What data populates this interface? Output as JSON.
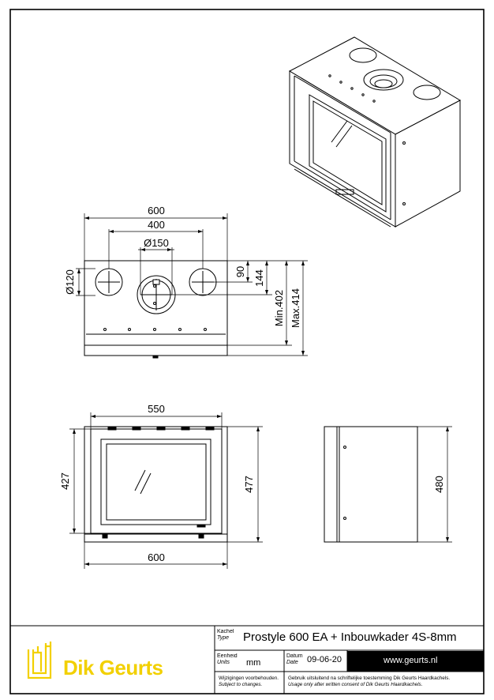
{
  "drawing": {
    "front_view": {
      "width_total": "600",
      "hole_spacing": "400",
      "flue_diameter": "Ø150",
      "side_hole_diameter": "Ø120",
      "dim_90": "90",
      "dim_144": "144",
      "height_min": "Min.402",
      "height_max": "Max.414"
    },
    "elevation_view": {
      "inner_width": "550",
      "outer_width": "600",
      "inner_height": "427",
      "outer_height": "477"
    },
    "side_view": {
      "height": "480"
    }
  },
  "title_block": {
    "logo_text": "Dik Geurts",
    "type_label_main": "Kachel",
    "type_label_sub": "Type",
    "product_name": "Prostyle 600 EA + Inbouwkader 4S-8mm",
    "unit_label_main": "Eenheid",
    "unit_label_sub": "Units",
    "unit_value": "mm",
    "date_label_main": "Datum",
    "date_label_sub": "Date",
    "date_value": "09-06-20",
    "website": "www.geurts.nl",
    "changes_nl": "Wijzigingen voorbehouden.",
    "changes_en": "Subject to changes.",
    "usage_nl": "Gebruik uitsluitend na schriftelijke toestemming Dik Geurts Haardkachels.",
    "usage_en": "Usage only after written consent of Dik Geurts Haardkachels."
  }
}
